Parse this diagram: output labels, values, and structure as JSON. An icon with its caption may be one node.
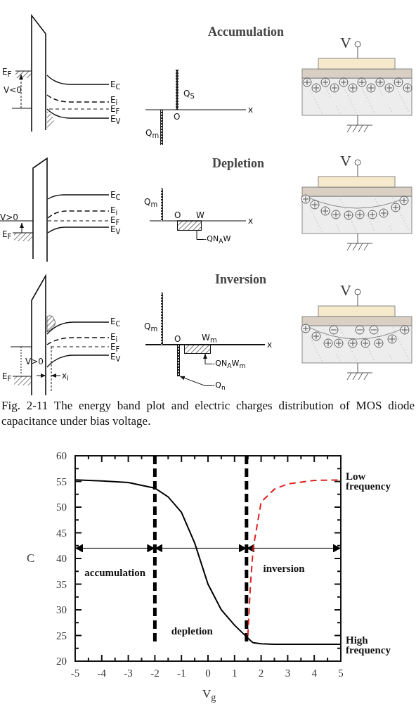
{
  "diagram": {
    "caption": "Fig. 2-11 The energy band plot and electric charges distribution of MOS diode capacitance under bias voltage.",
    "nodes": [
      {
        "text": [
          "-QN$_{A}$W"
        ]
      },
      {
        "text": [],
        "shape": "box"
      },
      {
        "text": [
          "-QN$_{A}$W$_{m}$"
        ]
      },
      {
        "text": [],
        "shape": "box"
      },
      {
        "text": [
          "-Q$_{n}$"
        ]
      },
      {
        "text": [],
        "shape": "bar"
      }
    ],
    "edges": [
      {
        "from": 0,
        "to": 1,
        "arrow": "none"
      },
      {
        "from": 2,
        "to": 3,
        "arrow": "to"
      },
      {
        "from": 4,
        "to": 5,
        "arrow": "to"
      }
    ],
    "labels": [
      "Accumulation",
      "E$_{F}$",
      "V<0",
      "E$_{C}$",
      "E$_{i}$",
      "E$_{F}$",
      "E$_{V}$",
      "Q$_{S}$",
      "O",
      "x",
      "Q$_{m}$",
      "V",
      "Depletion",
      "E$_{C}$",
      "E$_{i}$",
      "E$_{F}$",
      "E$_{V}$",
      "V>0",
      "E$_{F}$",
      "Q$_{m}$",
      "O",
      "W",
      "x",
      "V",
      "Inversion",
      "E$_{C}$",
      "E$_{i}$",
      "E$_{F}$",
      "E$_{V}$",
      "V>0",
      "E$_{F}$",
      "x$_{i}$",
      "Q$_{m}$",
      "O",
      "W$_{m}$",
      "x",
      "V"
    ],
    "chart_data": {
      "type": "line",
      "xlabel": "V$_{g}$",
      "ylabel": "C",
      "x": [
        -5,
        -4,
        -3,
        -2,
        -1.5,
        -1,
        -0.5,
        0,
        0.5,
        1,
        1.5,
        1.6,
        1.7,
        2,
        2.5,
        3,
        4,
        5
      ],
      "series": [
        {
          "name": "Low frequency",
          "color": "#e02020",
          "line_style": "dashed",
          "values": [
            null,
            null,
            null,
            null,
            null,
            null,
            null,
            null,
            null,
            null,
            25,
            35,
            42,
            51,
            53.5,
            54.5,
            55.2,
            55.3
          ]
        },
        {
          "name": "High frequency",
          "color": "#000000",
          "values": [
            55.3,
            55.1,
            54.8,
            53.7,
            52,
            49,
            43,
            35,
            30,
            27,
            24.5,
            24,
            23.6,
            23.4,
            23.3,
            23.3,
            23.3,
            23.3
          ]
        }
      ],
      "xlim": [
        -5,
        5
      ],
      "ylim": [
        20,
        60
      ],
      "xticks": [
        -5,
        -4,
        -3,
        -2,
        -1,
        0,
        1,
        2,
        3,
        4,
        5
      ],
      "yticks": [
        20,
        25,
        30,
        35,
        40,
        45,
        50,
        55,
        60
      ],
      "annotations": [
        "accumulation",
        "depletion",
        "inversion"
      ]
    }
  }
}
